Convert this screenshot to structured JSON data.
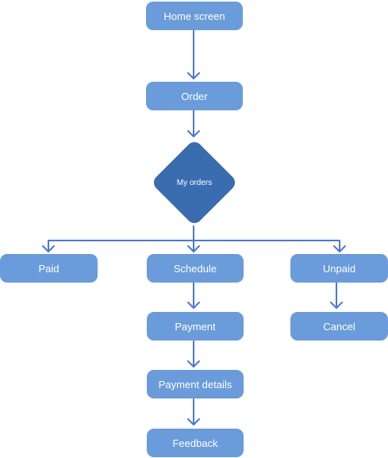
{
  "colors": {
    "node": "#6a9bdb",
    "decision": "#3a6db0",
    "arrow": "#4a76e0"
  },
  "nodes": {
    "home_screen": "Home screen",
    "order": "Order",
    "my_orders": "My orders",
    "paid": "Paid",
    "schedule": "Schedule",
    "unpaid": "Unpaid",
    "payment": "Payment",
    "cancel": "Cancel",
    "payment_details": "Payment details",
    "feedback": "Feedback"
  }
}
